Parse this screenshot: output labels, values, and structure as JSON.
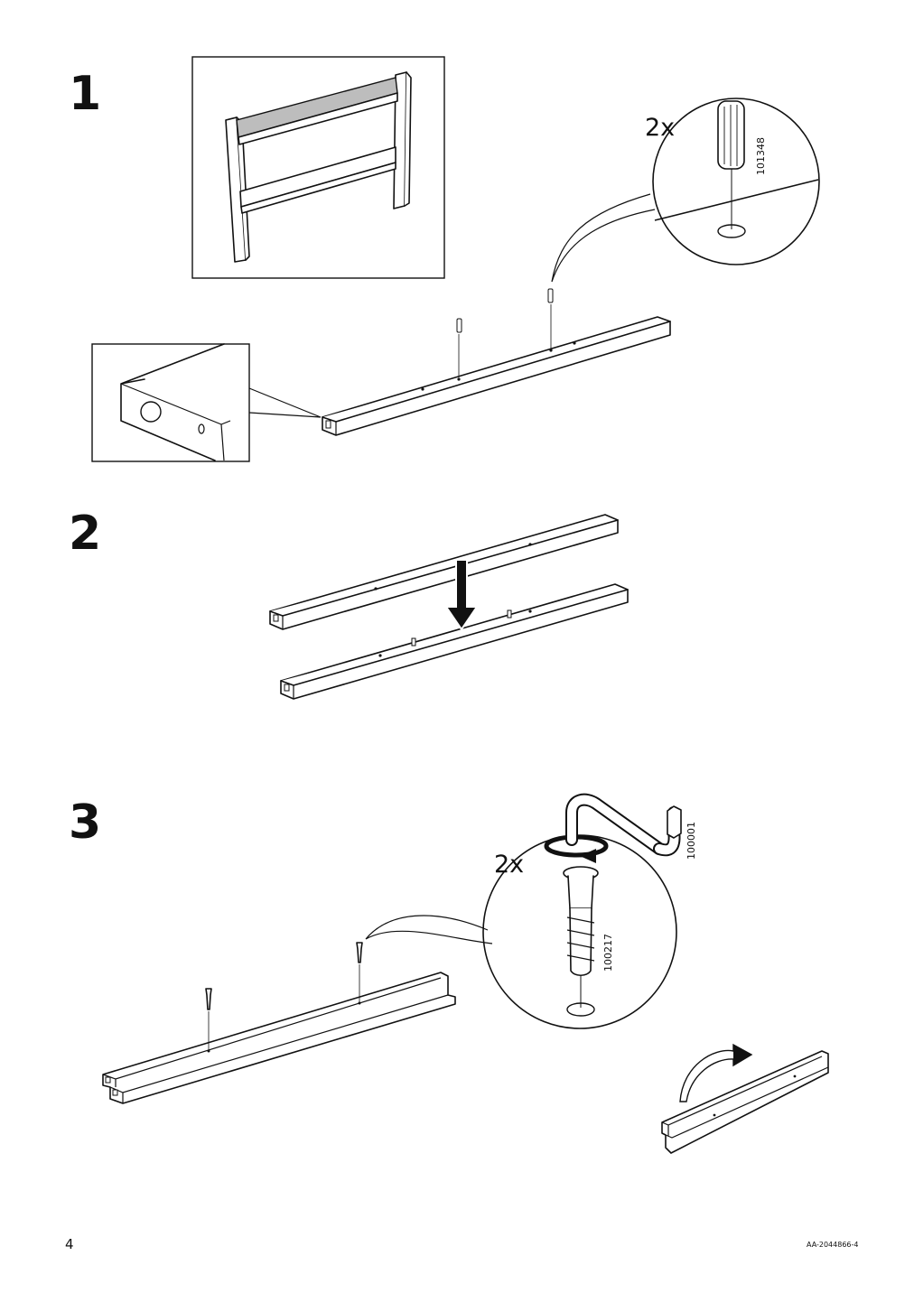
{
  "steps": [
    {
      "number": "1",
      "quantity": "2x",
      "part_number": "101348"
    },
    {
      "number": "2"
    },
    {
      "number": "3",
      "quantity": "2x",
      "tool_part_number": "100001",
      "part_number": "100217"
    }
  ],
  "footer": {
    "page_number": "4",
    "document_id": "AA-2044866-4"
  }
}
